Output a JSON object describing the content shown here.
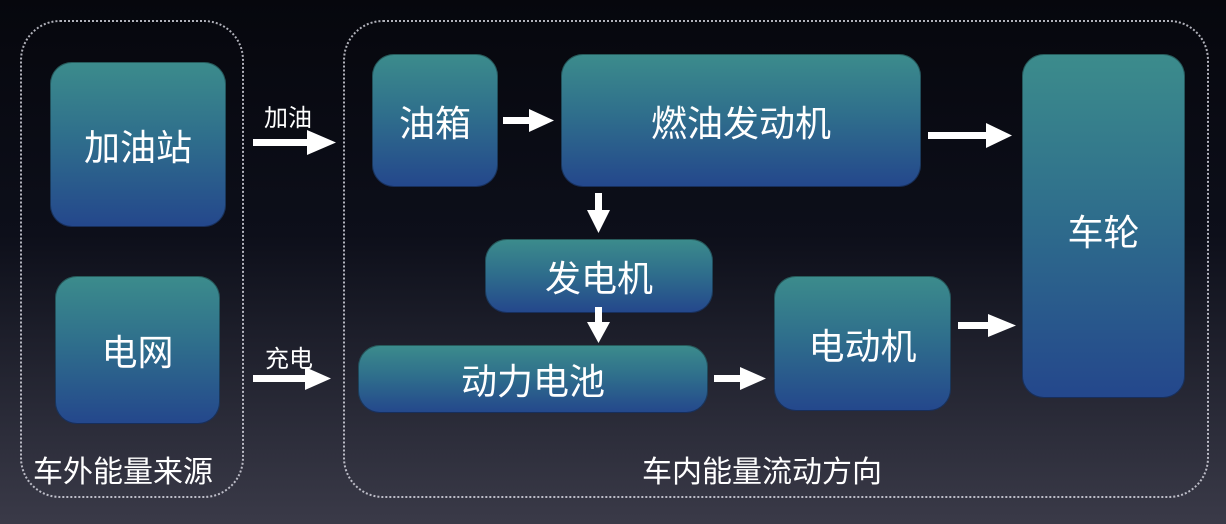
{
  "groups": {
    "external_label": "车外能量来源",
    "internal_label": "车内能量流动方向"
  },
  "nodes": {
    "gas_station": "加油站",
    "power_grid": "电网",
    "fuel_tank": "油箱",
    "engine": "燃油发动机",
    "generator": "发电机",
    "battery": "动力电池",
    "motor": "电动机",
    "wheels": "车轮"
  },
  "edges": {
    "refuel": "加油",
    "charge": "充电"
  }
}
